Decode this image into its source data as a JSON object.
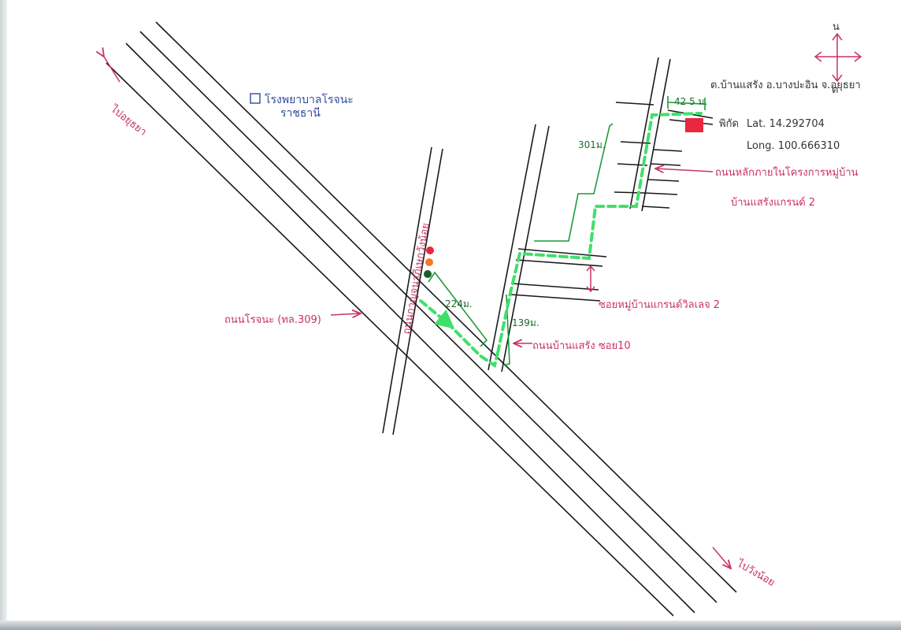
{
  "labels": {
    "to_ayutthaya": "ไปอยุธยา",
    "to_wangnoi": "ไปวังน้อย",
    "hospital_line1": "โรงพยาบาลโรจนะ",
    "hospital_line2": "ราชธานี",
    "rojana_road": "ถนนโรจนะ (ทล.309)",
    "cross_road": "ถนนกาญจนาภิเษกวังน้อย",
    "ban_saeng_soi": "ถนนบ้านแสรัง ซอย10",
    "soi_village": "ซอยหมู่บ้านแกรนด์วิลเลจ 2",
    "village_road_line1": "ถนนหลักภายในโครงการหมู่บ้าน",
    "village_road_line2": "บ้านแสรังแกรนด์ 2",
    "address": "ต.บ้านแสรัง  อ.บางปะอิน  จ.อยุธยา",
    "coord_label": "พิกัด",
    "lat": "Lat. 14.292704",
    "long": "Long. 100.666310",
    "compass_n": "น",
    "compass_s": "ต"
  },
  "distances": {
    "d224": "224ม.",
    "d139": "139ม.",
    "d301": "301ม.",
    "d425": "42 5 ม."
  },
  "colors": {
    "route": "#3fe06a",
    "dimension_line": "#1f9a3a",
    "annotation": "#c8335f",
    "destination": "#e8283f",
    "traffic_red": "#e8283f",
    "traffic_amber": "#f07a2a",
    "traffic_green": "#1a5e2a"
  }
}
